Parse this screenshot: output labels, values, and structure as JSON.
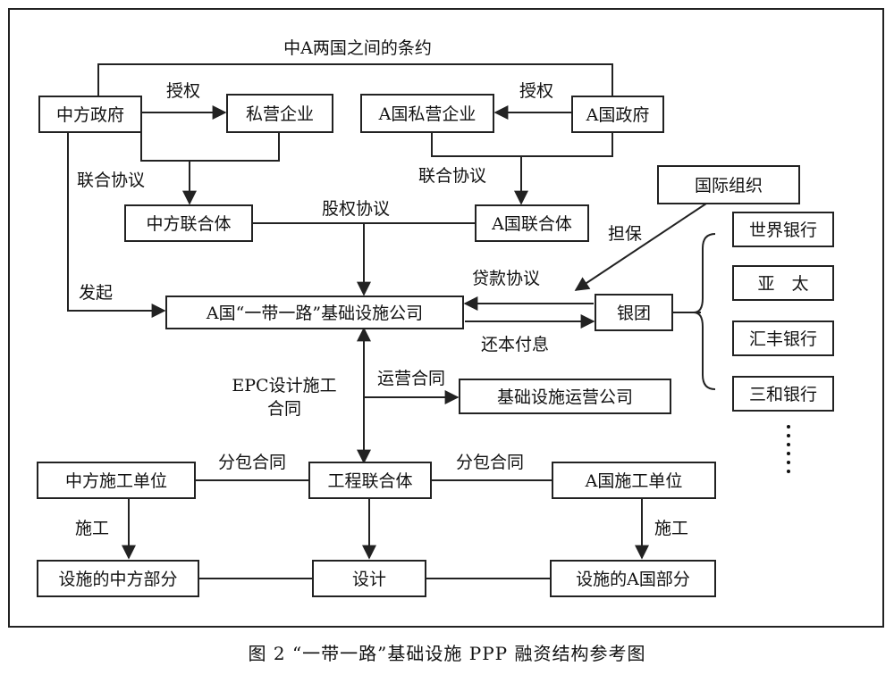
{
  "caption": "图 2 “一带一路”基础设施 PPP 融资结构参考图",
  "nodes": {
    "cn_gov": "中方政府",
    "private_ent": "私营企业",
    "a_private_ent": "A国私营企业",
    "a_gov": "A国政府",
    "intl_org": "国际组织",
    "cn_consortium": "中方联合体",
    "a_consortium": "A国联合体",
    "bri_company": "A国“一带一路”基础设施公司",
    "syndicate": "银团",
    "ops_company": "基础设施运营公司",
    "cn_contractor": "中方施工单位",
    "eng_consortium": "工程联合体",
    "a_contractor": "A国施工单位",
    "cn_part": "设施的中方部分",
    "design": "设计",
    "a_part": "设施的A国部分",
    "world_bank": "世界银行",
    "asia_pacific": "亚　太",
    "hsbc": "汇丰银行",
    "sanwa": "三和银行"
  },
  "edge_labels": {
    "treaty": "中A两国之间的条约",
    "authorize_left": "授权",
    "authorize_right": "授权",
    "joint_agreement_left": "联合协议",
    "joint_agreement_right": "联合协议",
    "equity_agreement": "股权协议",
    "initiate": "发起",
    "guarantee": "担保",
    "loan_agreement": "贷款协议",
    "repayment": "还本付息",
    "ops_contract": "运营合同",
    "epc_line1": "EPC设计施工",
    "epc_line2": "合同",
    "subcontract_left": "分包合同",
    "subcontract_right": "分包合同",
    "construct_left": "施工",
    "construct_right": "施工"
  }
}
